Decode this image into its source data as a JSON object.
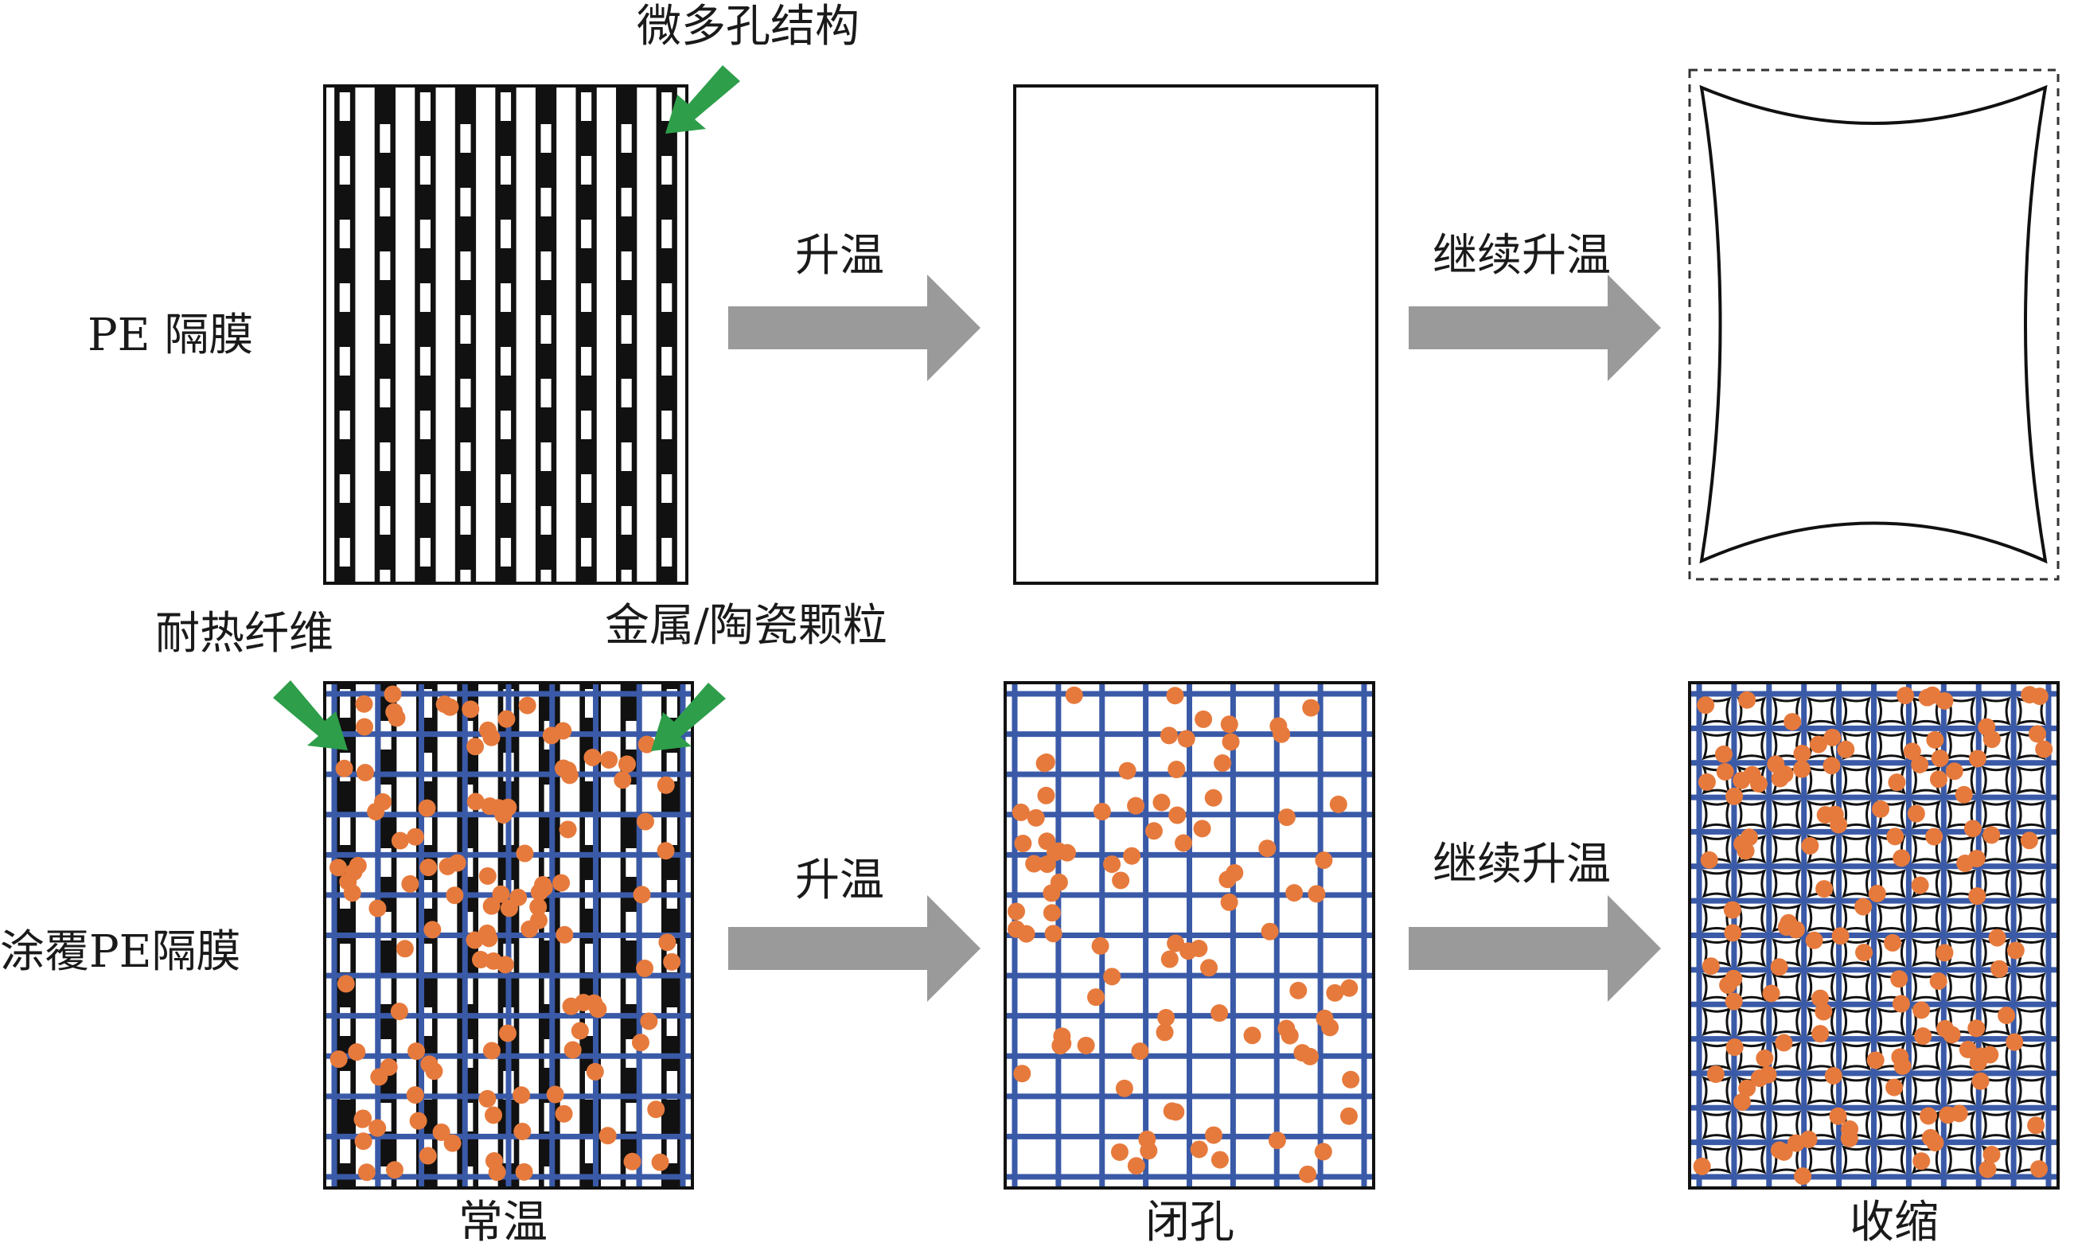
{
  "labels": {
    "row_top": "PE 隔膜",
    "row_bottom": "涂覆PE隔膜",
    "arrow_step1_top": "升温",
    "arrow_step2_top": "继续升温",
    "arrow_step1_bottom": "升温",
    "arrow_step2_bottom": "继续升温",
    "annot_micropore": "微多孔结构",
    "annot_fiber": "耐热纤维",
    "annot_particles": "金属/陶瓷颗粒",
    "caption_room_temp": "常温",
    "caption_closed_pore": "闭孔",
    "caption_shrink": "收缩"
  },
  "colors": {
    "line": "#111111",
    "fiber": "#3a5aa8",
    "particle": "#e67a3c",
    "callout_arrow": "#2e9e4a",
    "process_arrow": "#9a9a9a"
  }
}
